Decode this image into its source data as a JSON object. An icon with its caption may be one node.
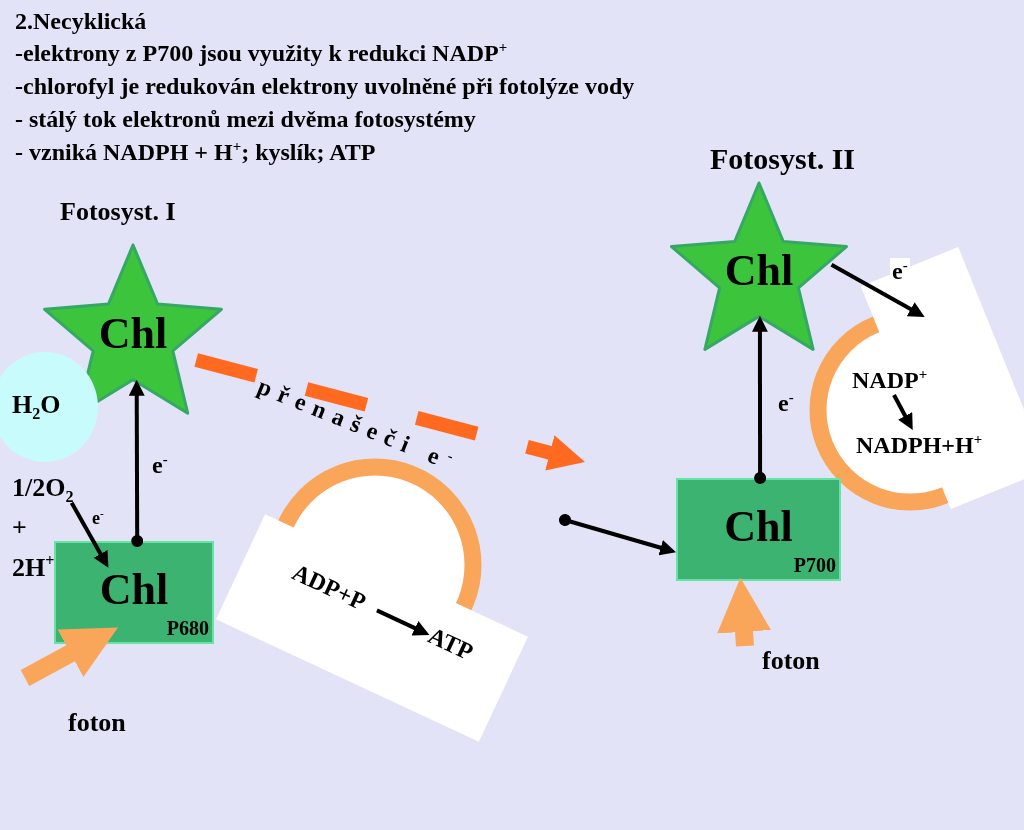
{
  "diagram": {
    "title": "2.Necyklická",
    "nodes": [
      {
        "text": [
          "Chl"
        ],
        "beside": [
          "Fotosyst. I"
        ]
      },
      {
        "text": [
          "H$_{2}$O"
        ]
      },
      {
        "text": [
          "1/2O$_{2}$ + 2H$^{+}$"
        ]
      },
      {
        "text": [
          "Chl",
          "P680"
        ]
      },
      {
        "text": [],
        "shape": "box"
      },
      {
        "text": [
          "ADP+P"
        ],
        "in": 4
      },
      {
        "text": [
          "ATP"
        ],
        "in": 4
      },
      {
        "text": [
          "Chl"
        ],
        "beside": [
          "Fotosyst. II"
        ]
      },
      {
        "text": [],
        "shape": "box"
      },
      {
        "text": [
          "NADP$^{+}$"
        ],
        "in": 8
      },
      {
        "text": [
          "NADPH+H$^{+}$"
        ],
        "in": 8
      },
      {
        "text": [
          "Chl",
          "P700"
        ]
      }
    ],
    "edges": [
      {
        "from": 3,
        "to": 0,
        "arrow": "to",
        "label": "e$^{-}$"
      },
      {
        "from": 2,
        "to": 3,
        "arrow": "to",
        "label": "e$^{-}$"
      },
      {
        "from": null,
        "to": 3,
        "arrow": "to",
        "style": "thick",
        "color": "#f9a65a"
      },
      {
        "from": 0,
        "to": null,
        "arrow": "to",
        "style": "dashed",
        "color": "#ff6a20",
        "label": "přenašeči e$^{-}$"
      },
      {
        "from": null,
        "to": 11,
        "arrow": "to"
      },
      {
        "from": 5,
        "to": 6,
        "arrow": "to"
      },
      {
        "from": 11,
        "to": 7,
        "arrow": "to",
        "label": "e$^{-}$"
      },
      {
        "from": 7,
        "to": 8,
        "arrow": "to",
        "label": "e$^{-}$"
      },
      {
        "from": 9,
        "to": 10,
        "arrow": "to"
      },
      {
        "from": null,
        "to": 11,
        "arrow": "to",
        "style": "thick",
        "color": "#f9a65a"
      }
    ],
    "labels": [
      "-elektrony z P700 jsou využity k redukci NADP$^{+}$",
      "-chlorofyl je redukován elektrony uvolněné při fotolýze vody",
      "- stálý tok elektronů mezi dvěma fotosystémy",
      "- vzniká NADPH + H$^{+}$; kyslík; ATP",
      "foton",
      "foton"
    ]
  }
}
